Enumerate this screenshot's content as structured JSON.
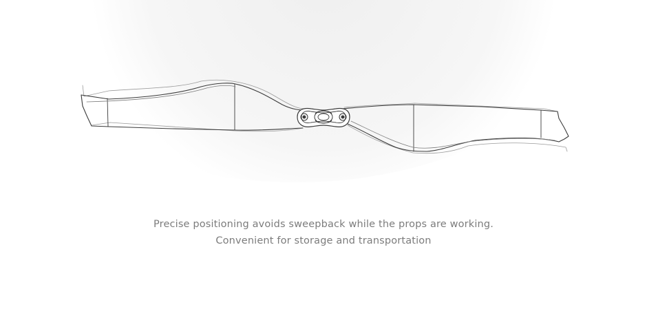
{
  "image": {
    "subject": "propeller-line-drawing"
  },
  "caption": {
    "line1": "Precise positioning avoids sweepback while the props are working.",
    "line2": "Convenient for storage and transportation"
  },
  "colors": {
    "background": "#ffffff",
    "backdrop": "#f6f6f6",
    "line_art": "#3a3a3a",
    "caption_text": "#7c7c7c"
  }
}
